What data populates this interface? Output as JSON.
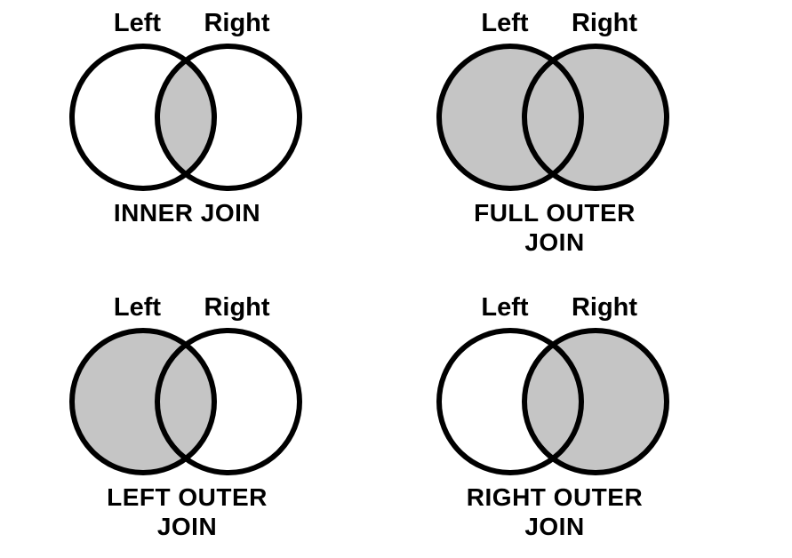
{
  "diagram": {
    "colors": {
      "shade": "#c5c5c5",
      "stroke": "#000000",
      "background": "#ffffff"
    },
    "quadrants": [
      {
        "left_label": "Left",
        "right_label": "Right",
        "caption_lines": [
          "INNER JOIN"
        ],
        "shaded_region": "intersection"
      },
      {
        "left_label": "Left",
        "right_label": "Right",
        "caption_lines": [
          "FULL OUTER",
          "JOIN"
        ],
        "shaded_region": "both"
      },
      {
        "left_label": "Left",
        "right_label": "Right",
        "caption_lines": [
          "LEFT OUTER",
          "JOIN"
        ],
        "shaded_region": "left"
      },
      {
        "left_label": "Left",
        "right_label": "Right",
        "caption_lines": [
          "RIGHT OUTER",
          "JOIN"
        ],
        "shaded_region": "right"
      }
    ]
  }
}
